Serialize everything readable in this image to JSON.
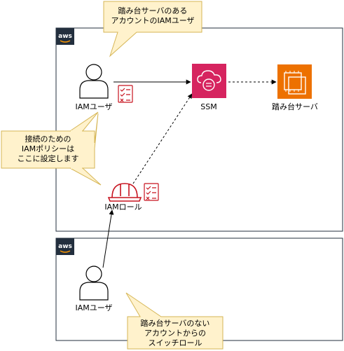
{
  "accounts": {
    "top": {
      "logo_text": "aws"
    },
    "bottom": {
      "logo_text": "aws"
    }
  },
  "nodes": {
    "iam_user_top": {
      "label": "IAMユーザ",
      "icon": "user-icon"
    },
    "checklist_top": {
      "icon": "checklist-icon"
    },
    "ssm": {
      "label": "SSM",
      "icon": "ssm-icon",
      "color": "#d6245f"
    },
    "bastion": {
      "label": "踏み台サーバ",
      "icon": "ec2-instance-icon",
      "color": "#ed7100"
    },
    "iam_role": {
      "label": "IAMロール",
      "icon": "hard-hat-icon",
      "color": "#c7131f"
    },
    "checklist_role": {
      "icon": "checklist-icon"
    },
    "iam_user_bottom": {
      "label": "IAMユーザ",
      "icon": "user-icon"
    }
  },
  "callouts": {
    "top": {
      "line1": "踏み台サーバのある",
      "line2": "アカウントのIAMユーザ"
    },
    "middle": {
      "line1": "接続のための",
      "line2": "IAMポリシーは",
      "line3": "ここに設定します"
    },
    "bottom": {
      "line1": "踏み台サーバのない",
      "line2": "アカウントからの",
      "line3": "スイッチロール"
    }
  },
  "colors": {
    "callout_fill": "#fff2cc",
    "callout_stroke": "#d6b656",
    "account_border": "#232f3e",
    "check_red": "#c7131f"
  }
}
